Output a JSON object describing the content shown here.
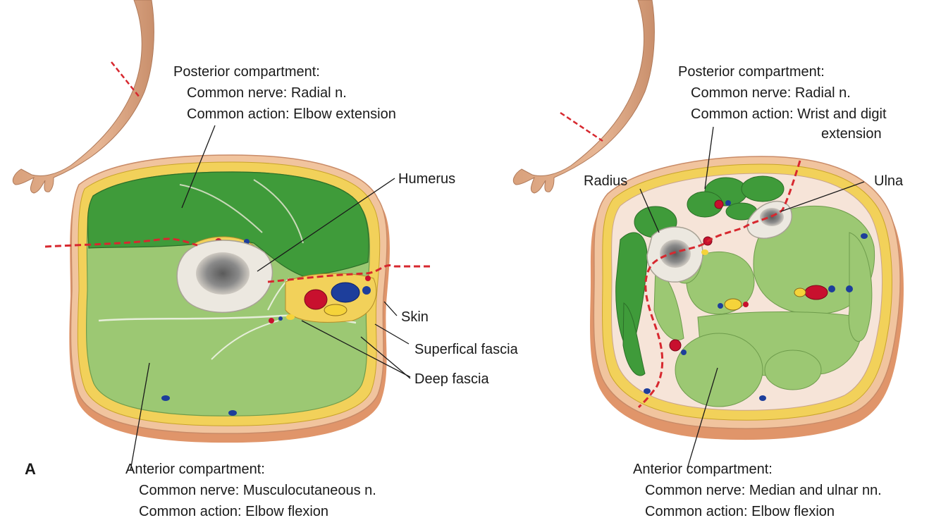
{
  "panel_label": "A",
  "arm_section": {
    "posterior": {
      "heading": "Posterior compartment:",
      "nerve": "Common nerve: Radial n.",
      "action": "Common action: Elbow extension"
    },
    "anterior": {
      "heading": "Anterior compartment:",
      "nerve": "Common nerve: Musculocutaneous n.",
      "action": "Common action: Elbow flexion"
    },
    "labels": {
      "humerus": "Humerus",
      "skin": "Skin",
      "superficial_fascia": "Superfical fascia",
      "deep_fascia": "Deep fascia"
    }
  },
  "forearm_section": {
    "posterior": {
      "heading": "Posterior compartment:",
      "nerve": "Common nerve: Radial n.",
      "action_line1": "Common action: Wrist and digit",
      "action_line2": "extension"
    },
    "anterior": {
      "heading": "Anterior compartment:",
      "nerve": "Common nerve: Median and ulnar nn.",
      "action": "Common action: Elbow flexion"
    },
    "labels": {
      "radius": "Radius",
      "ulna": "Ulna"
    }
  },
  "colors": {
    "posterior_muscle": "#3f9b3a",
    "anterior_muscle": "#9cc873",
    "superficial_fascia": "#f2d15a",
    "skin": "#e9a97e",
    "bone": "#ece8e0",
    "artery": "#c8102e",
    "vein": "#1d3e9b",
    "nerve": "#f5d33a",
    "compartment_boundary": "#d7282f"
  }
}
